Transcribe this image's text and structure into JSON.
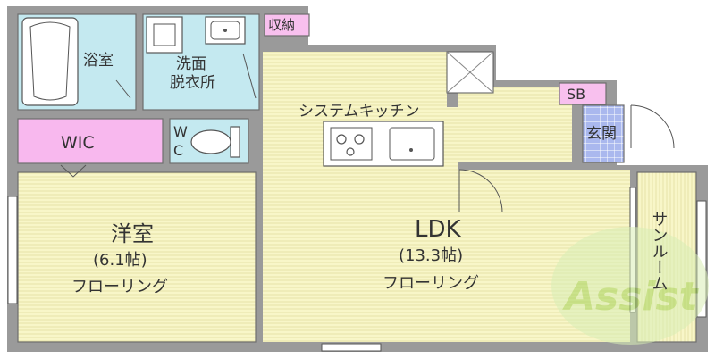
{
  "plan": {
    "rooms": {
      "bath": "浴室",
      "washroom_line1": "洗面",
      "washroom_line2": "脱衣所",
      "storage": "収納",
      "wic": "WIC",
      "wc_line1": "W",
      "wc_line2": "C",
      "kitchen": "システムキッチン",
      "sb": "SB",
      "entrance": "玄関",
      "western_room": "洋室",
      "western_size": "(6.1帖)",
      "western_floor": "フローリング",
      "ldk": "LDK",
      "ldk_size": "(13.3帖)",
      "ldk_floor": "フローリング",
      "sunroom": "サンルーム"
    },
    "watermark": "Assist"
  },
  "colors": {
    "wall": "#9a9a9a",
    "wall_dark": "#6e6e6e",
    "floor_wood": "#f8f6c8",
    "wet_area": "#c4e9f0",
    "wic_pink": "#f8b8ee",
    "storage_pink": "#f8c0ee",
    "entrance_blue": "#aab8ee",
    "watermark_green": "#a6d35a"
  },
  "icons": [
    "bathtub-icon",
    "washing-machine-icon",
    "washbasin-icon",
    "toilet-icon",
    "stove-icon",
    "kitchen-sink-icon",
    "fridge-space-icon",
    "door-swing-icon",
    "assist-logo"
  ]
}
